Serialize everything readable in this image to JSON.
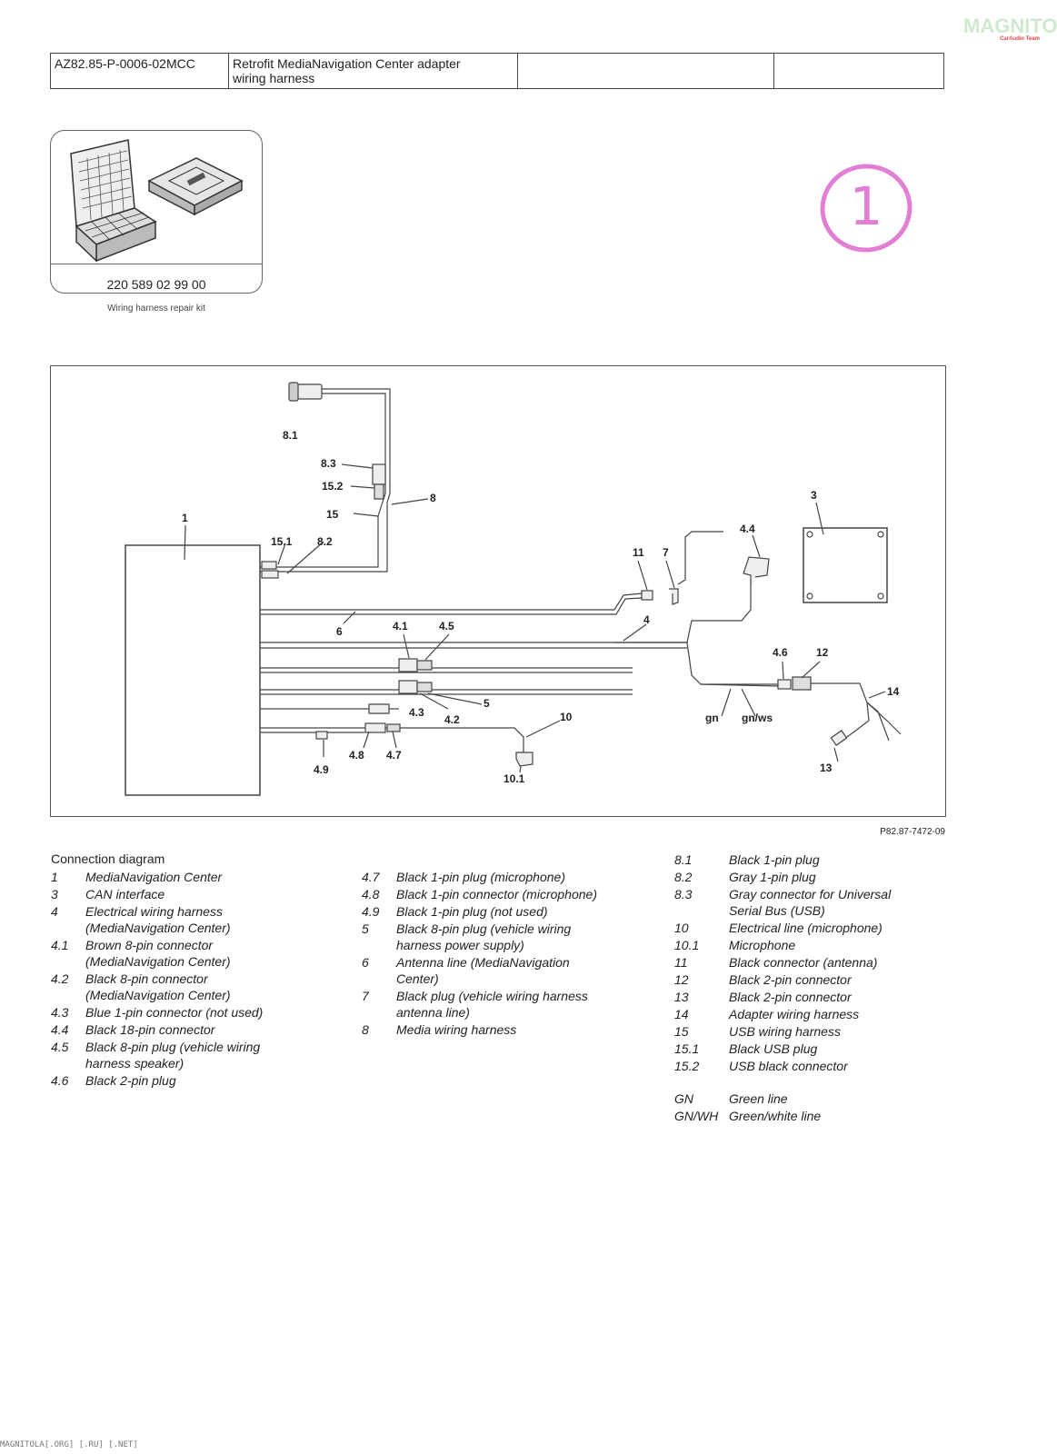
{
  "header": {
    "doc_code": "AZ82.85-P-0006-02MCC",
    "title_line1": "Retrofit MediaNavigation Center adapter",
    "title_line2": "wiring harness",
    "cell3": "",
    "cell4": ""
  },
  "brand": {
    "logo_text": "MAGNITOLA",
    "sub_text": "CarAudio Team"
  },
  "handwritten_mark": "1",
  "kit": {
    "part_number": "220 589 02 99 00",
    "caption": "Wiring harness repair kit"
  },
  "diagram": {
    "figure_code": "P82.87-7472-09",
    "labels": {
      "l1": "1",
      "l3": "3",
      "l4": "4",
      "l41": "4.1",
      "l42": "4.2",
      "l43": "4.3",
      "l44": "4.4",
      "l45": "4.5",
      "l46": "4.6",
      "l47": "4.7",
      "l48": "4.8",
      "l49": "4.9",
      "l5": "5",
      "l6": "6",
      "l7": "7",
      "l8": "8",
      "l81": "8.1",
      "l82": "8.2",
      "l83": "8.3",
      "l10": "10",
      "l101": "10.1",
      "l11": "11",
      "l12": "12",
      "l13": "13",
      "l14": "14",
      "l15": "15",
      "l151": "15.1",
      "l152": "15.2",
      "gn": "gn",
      "gnws": "gn/ws"
    }
  },
  "legend": {
    "title": "Connection diagram",
    "col1": [
      {
        "n": "1",
        "d": "MediaNavigation Center"
      },
      {
        "n": "3",
        "d": "CAN interface"
      },
      {
        "n": "4",
        "d": "Electrical wiring harness\n(MediaNavigation Center)"
      },
      {
        "n": "4.1",
        "d": "Brown 8-pin connector\n(MediaNavigation Center)"
      },
      {
        "n": "4.2",
        "d": "Black 8-pin connector\n(MediaNavigation Center)"
      },
      {
        "n": "4.3",
        "d": "Blue 1-pin connector (not used)"
      },
      {
        "n": "4.4",
        "d": "Black 18-pin connector"
      },
      {
        "n": "4.5",
        "d": "Black 8-pin plug (vehicle wiring\nharness speaker)"
      },
      {
        "n": "4.6",
        "d": "Black 2-pin plug"
      }
    ],
    "col2": [
      {
        "n": "4.7",
        "d": "Black 1-pin plug (microphone)"
      },
      {
        "n": "4.8",
        "d": "Black 1-pin connector (microphone)"
      },
      {
        "n": "4.9",
        "d": "Black 1-pin plug (not used)"
      },
      {
        "n": "5",
        "d": "Black 8-pin plug (vehicle wiring\nharness power supply)"
      },
      {
        "n": "6",
        "d": "Antenna line (MediaNavigation\nCenter)"
      },
      {
        "n": "7",
        "d": "Black plug (vehicle wiring harness\nantenna line)"
      },
      {
        "n": "8",
        "d": "Media wiring harness"
      }
    ],
    "col3": [
      {
        "n": "8.1",
        "d": "Black 1-pin plug"
      },
      {
        "n": "8.2",
        "d": "Gray 1-pin plug"
      },
      {
        "n": "8.3",
        "d": "Gray connector for Universal\nSerial Bus (USB)"
      },
      {
        "n": "10",
        "d": "Electrical line (microphone)"
      },
      {
        "n": "10.1",
        "d": "Microphone"
      },
      {
        "n": "11",
        "d": "Black connector (antenna)"
      },
      {
        "n": "12",
        "d": "Black 2-pin connector"
      },
      {
        "n": "13",
        "d": "Black 2-pin connector"
      },
      {
        "n": "14",
        "d": "Adapter wiring harness"
      },
      {
        "n": "15",
        "d": "USB wiring harness"
      },
      {
        "n": "15.1",
        "d": "Black USB plug"
      },
      {
        "n": "15.2",
        "d": "USB black connector"
      }
    ],
    "colors": [
      {
        "n": "GN",
        "d": "Green line"
      },
      {
        "n": "GN/WH",
        "d": "Green/white line"
      }
    ]
  },
  "footer": "MAGNITOLA[.ORG] [.RU] [.NET]"
}
